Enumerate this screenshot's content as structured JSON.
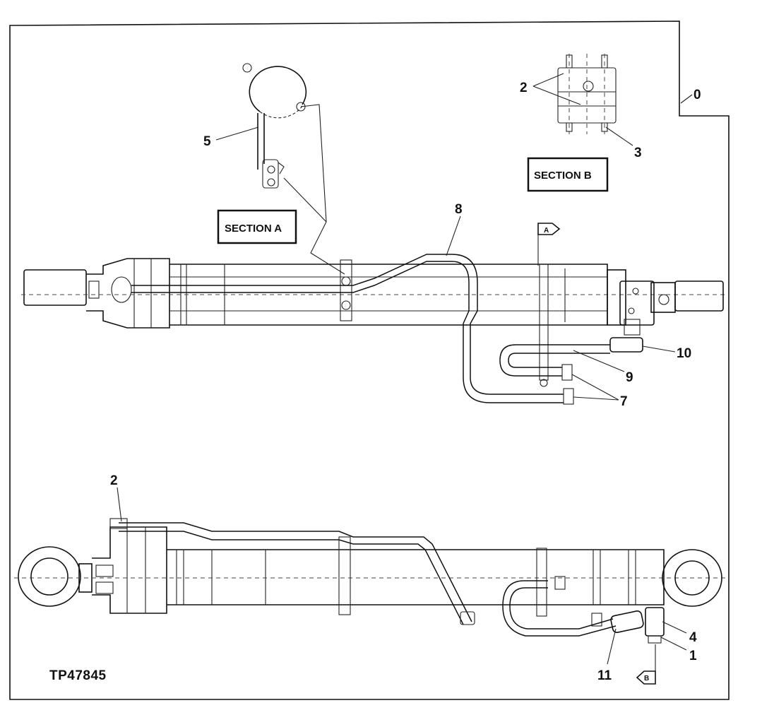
{
  "figure_id": "TP47845",
  "sections": {
    "a": "SECTION A",
    "b": "SECTION B"
  },
  "callouts": {
    "c0": "0",
    "c1": "1",
    "c2_top": "2",
    "c2_bottom": "2",
    "c3": "3",
    "c4": "4",
    "c5": "5",
    "c7": "7",
    "c8": "8",
    "c9": "9",
    "c10": "10",
    "c11": "11"
  },
  "view_markers": {
    "a": "A",
    "b": "B"
  }
}
